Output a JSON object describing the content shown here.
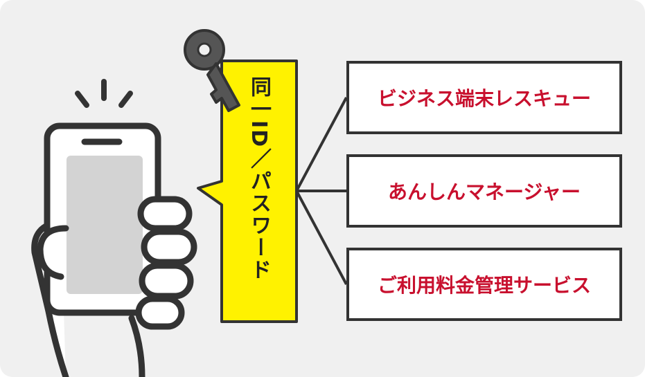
{
  "callout": {
    "label": "同一ID／パスワード"
  },
  "services": [
    {
      "label": "ビジネス端末レスキュー"
    },
    {
      "label": "あんしんマネージャー"
    },
    {
      "label": "ご利用料金管理サービス"
    }
  ],
  "colors": {
    "panel_background": "#f0f0f0",
    "callout_yellow": "#fff200",
    "service_text_red": "#c8102e",
    "outline": "#333333",
    "key_gray": "#555555"
  }
}
